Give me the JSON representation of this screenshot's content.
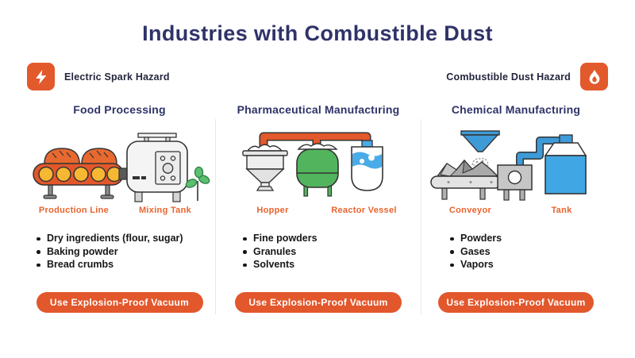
{
  "title": "Industries with Combustible Dust",
  "hazards": {
    "left": {
      "label": "Electric Spark Hazard",
      "icon": "lightning-icon"
    },
    "right": {
      "label": "Combustible Dust Hazard",
      "icon": "flame-icon"
    }
  },
  "colors": {
    "navy": "#2f3368",
    "orange": "#e2592b",
    "caption_orange": "#e8632c",
    "conveyor_yellow": "#f7b733",
    "vessel_green": "#53b45e",
    "tank_blue": "#41a7e4",
    "text_black": "#171717"
  },
  "columns": [
    {
      "title": "Food Processing",
      "illustration": "bread-production-line-and-mixing-tank",
      "captions": [
        "Production Line",
        "Mixing Tank"
      ],
      "bullets": [
        "Dry ingredients (flour, sugar)",
        "Baking powder",
        "Bread crumbs"
      ],
      "button": "Use Explosion-Proof Vacuum"
    },
    {
      "title": "Pharmaceutical Manufactıring",
      "illustration": "hopper-green-vessel-and-reactor",
      "captions": [
        "Hopper",
        "Reactor Vessel"
      ],
      "bullets": [
        "Fine powders",
        "Granules",
        "Solvents"
      ],
      "button": "Use Explosion-Proof Vacuum"
    },
    {
      "title": "Chemical Manufactıring",
      "illustration": "funnel-conveyor-and-storage-tank",
      "captions": [
        "Conveyor",
        "Tank"
      ],
      "bullets": [
        "Powders",
        "Gases",
        "Vapors"
      ],
      "button": "Use Explosion-Proof Vacuum"
    }
  ]
}
